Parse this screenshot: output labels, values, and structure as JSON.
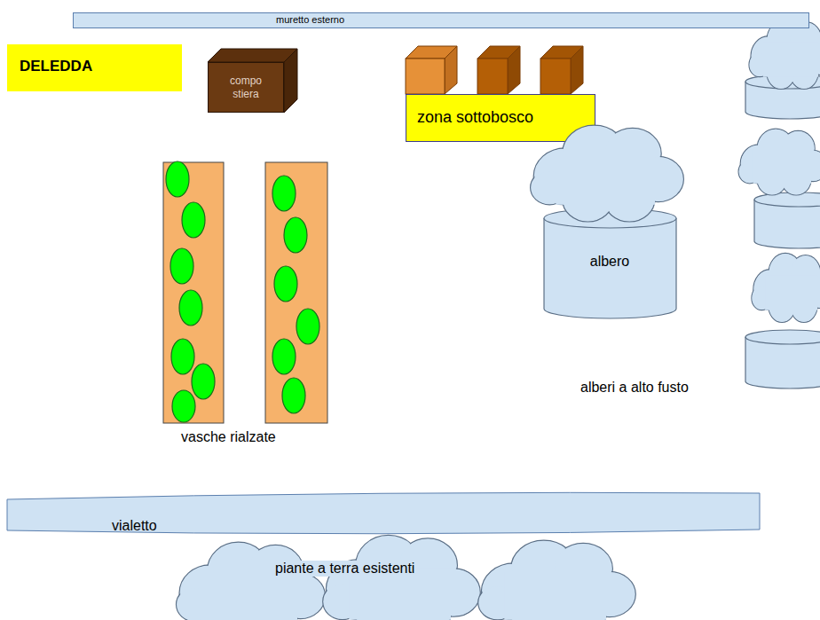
{
  "diagram": {
    "nodes": [
      {
        "text": [
          "muretto esterno"
        ]
      },
      {
        "text": [
          "DELEDDA"
        ]
      },
      {
        "text": [
          "compo stiera"
        ]
      },
      {
        "text": [
          "zona sottobosco"
        ]
      },
      {
        "text": [
          "albero"
        ]
      },
      {
        "text": [
          "vialetto"
        ]
      },
      {
        "text": [
          "piante a terra esistenti"
        ]
      }
    ],
    "labels": [
      "vasche rialzate",
      "alberi a alto fusto"
    ]
  }
}
